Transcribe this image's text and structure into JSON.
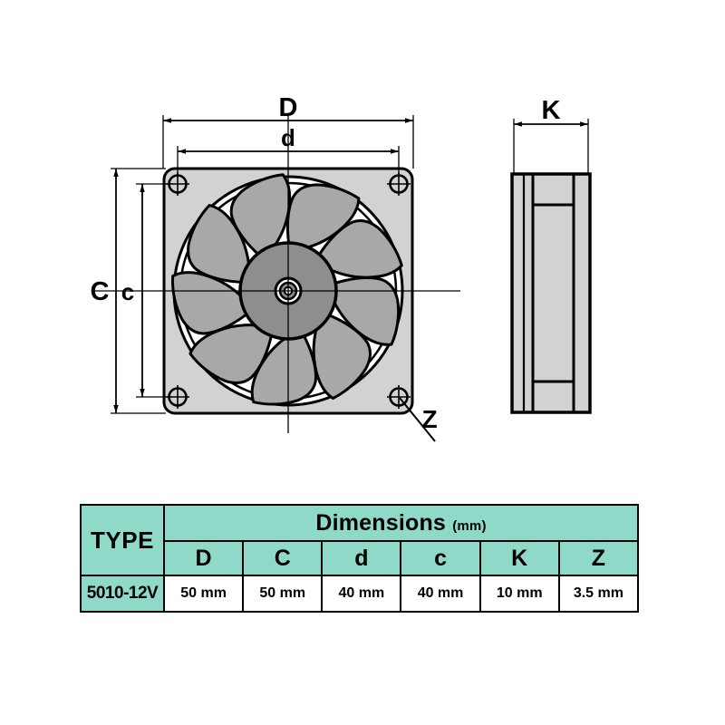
{
  "drawing": {
    "title": "axial fan technical drawing",
    "views": [
      {
        "name": "front-view",
        "label": "front"
      },
      {
        "name": "side-view",
        "label": "side"
      }
    ],
    "labels": {
      "D": "D",
      "d": "d",
      "C": "C",
      "c": "c",
      "K": "K",
      "Z": "Z"
    },
    "colors": {
      "frame_fill": "#d2d2d2",
      "blade_fill": "#a8a8a8",
      "hub_fill": "#8e8e8e",
      "line": "#000000",
      "table_header": "#8ed9c8",
      "table_cell": "#ffffff"
    },
    "blade_count": 9,
    "mounting_holes": 4
  },
  "table": {
    "title": "Dimensions",
    "unit": "(mm)",
    "type_header": "TYPE",
    "symbols": [
      "D",
      "C",
      "d",
      "c",
      "K",
      "Z"
    ],
    "rows": [
      {
        "type": "5010-12V",
        "values": [
          "50 mm",
          "50 mm",
          "40 mm",
          "40 mm",
          "10 mm",
          "3.5 mm"
        ]
      }
    ]
  }
}
